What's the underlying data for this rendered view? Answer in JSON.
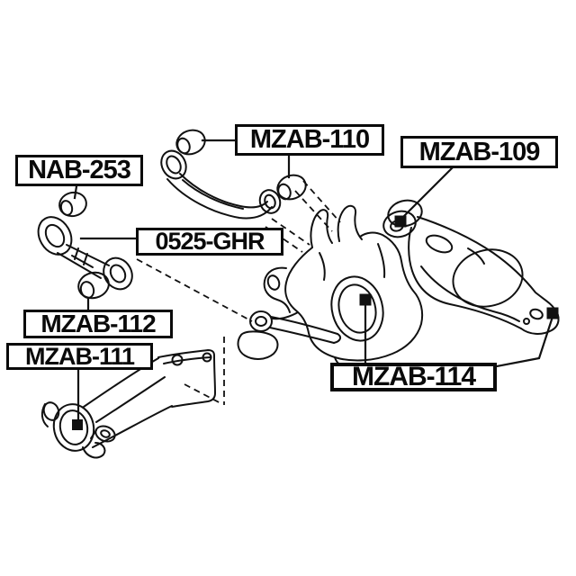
{
  "figure": {
    "type": "exploded-parts-diagram",
    "subject": "rear suspension arms and bushings",
    "background_color": "#ffffff",
    "line_color": "#111111",
    "marker_color": "#111111"
  },
  "labels": [
    {
      "id": "nab-253",
      "text": "NAB-253"
    },
    {
      "id": "mzab-110",
      "text": "MZAB-110"
    },
    {
      "id": "mzab-109",
      "text": "MZAB-109"
    },
    {
      "id": "0525-ghr",
      "text": "0525-GHR"
    },
    {
      "id": "mzab-112",
      "text": "MZAB-112"
    },
    {
      "id": "mzab-111",
      "text": "MZAB-111"
    },
    {
      "id": "mzab-114",
      "text": "MZAB-114"
    }
  ]
}
